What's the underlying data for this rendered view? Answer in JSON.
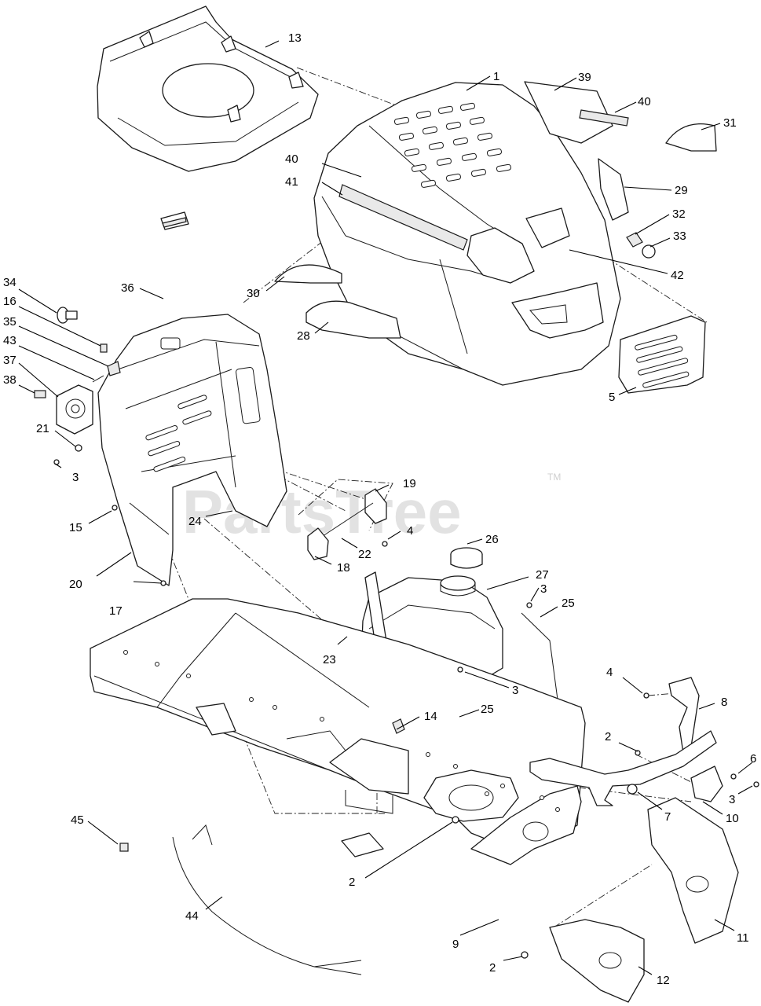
{
  "watermark": {
    "text": "PartsTree",
    "trademark": "TM"
  },
  "callouts": [
    "1",
    "39",
    "40",
    "31",
    "13",
    "40",
    "41",
    "29",
    "32",
    "33",
    "42",
    "30",
    "28",
    "5",
    "34",
    "16",
    "35",
    "43",
    "37",
    "38",
    "36",
    "21",
    "3",
    "19",
    "15",
    "24",
    "4",
    "26",
    "22",
    "18",
    "20",
    "17",
    "27",
    "3",
    "25",
    "23",
    "3",
    "14",
    "25",
    "4",
    "8",
    "2",
    "6",
    "3",
    "7",
    "10",
    "45",
    "2",
    "44",
    "9",
    "11",
    "2",
    "12"
  ]
}
